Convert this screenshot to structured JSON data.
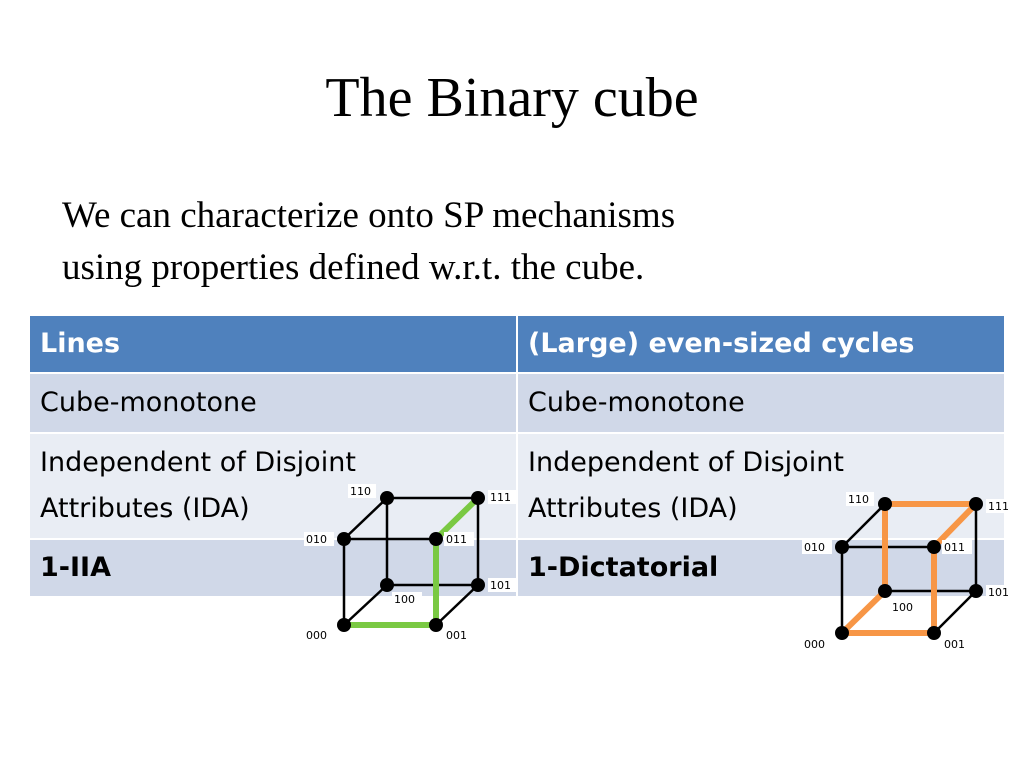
{
  "slide": {
    "title": "The Binary cube",
    "subtitle_lines": [
      "We can characterize onto SP mechanisms",
      "using properties defined w.r.t. the cube."
    ]
  },
  "table": {
    "headers": [
      "Lines",
      "(Large) even-sized cycles"
    ],
    "rows": [
      [
        "Cube-monotone",
        "Cube-monotone"
      ],
      [
        "Independent of Disjoint\nAttributes (IDA)",
        "Independent of Disjoint\nAttributes (IDA)"
      ],
      [
        "1-IIA",
        "1-Dictatorial"
      ]
    ]
  },
  "cubes": [
    {
      "vertex_labels": [
        "110",
        "111",
        "010",
        "011",
        "100",
        "101",
        "000",
        "001"
      ],
      "highlight_color": "#7ac943"
    },
    {
      "vertex_labels": [
        "110",
        "111",
        "010",
        "011",
        "100",
        "101",
        "000",
        "001"
      ],
      "highlight_color": "#f79646"
    }
  ],
  "colors": {
    "header_bg": "#4f81bd",
    "row_dark": "#d0d8e8",
    "row_light": "#e9edf4"
  }
}
